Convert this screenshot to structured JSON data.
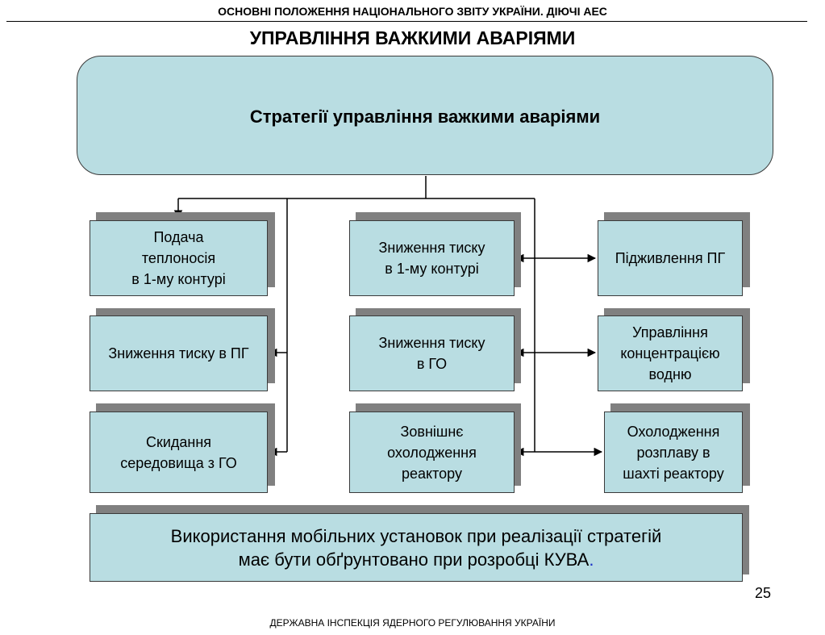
{
  "header": "ОСНОВНІ ПОЛОЖЕННЯ НАЦІОНАЛЬНОГО ЗВІТУ УКРАЇНИ. ДІЮЧІ АЕС",
  "title": "УПРАВЛІННЯ ВАЖКИМИ АВАРІЯМИ",
  "top_box": "Стратегії управління важкими аваріями",
  "left_boxes": [
    "Подача\nтеплоносія\nв 1-му контурі",
    "Зниження тиску в ПГ",
    "Скидання\nсередовища з ГО"
  ],
  "center_boxes": [
    "Зниження тиску\nв 1-му контурі",
    "Зниження тиску\nв ГО",
    "Зовнішнє\nохолодження\nреактору"
  ],
  "right_boxes": [
    "Підживлення ПГ",
    "Управління\nконцентрацією\nводню",
    "Охолодження\nрозплаву в\nшахті реактору"
  ],
  "bottom_box": {
    "text": "Використання мобільних установок при реалізації стратегій\nмає бути обґрунтовано при розробці КУВА",
    "dot": "."
  },
  "page_number": "25",
  "footer": "ДЕРЖАВНА ІНСПЕКЦІЯ ЯДЕРНОГО РЕГУЛЮВАННЯ УКРАЇНИ",
  "colors": {
    "box_fill": "#b9dde2",
    "shadow": "#808080",
    "border": "#3a3a3a",
    "dot": "#1a2ec8"
  }
}
